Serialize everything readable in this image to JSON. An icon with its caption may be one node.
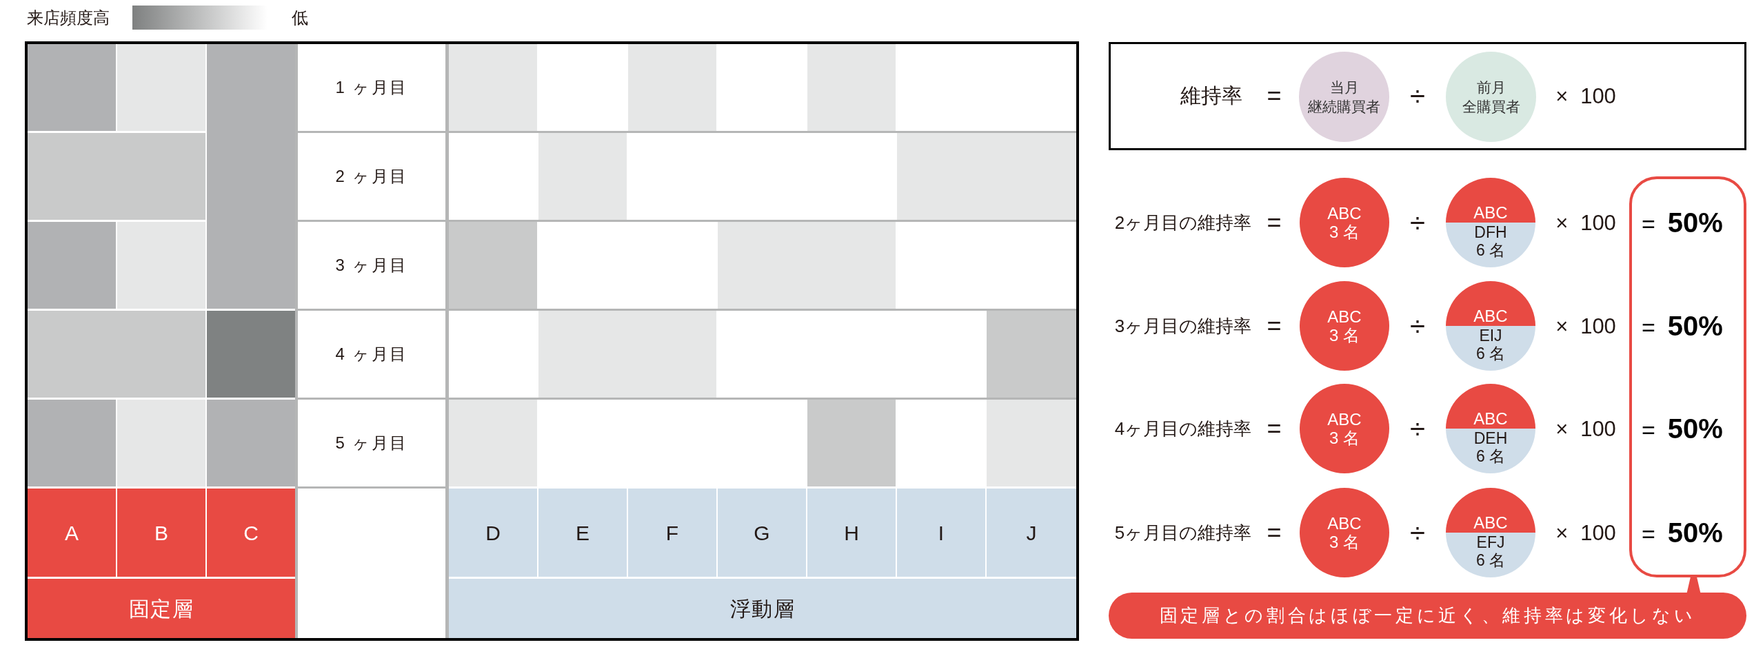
{
  "diagram": {
    "nodes": [
      {
        "text": [],
        "shape": "box"
      },
      {
        "text": [],
        "shape": "box"
      },
      {
        "text": [],
        "shape": "box",
        "in": 1
      },
      {
        "text": [],
        "shape": "box",
        "in": 1
      },
      {
        "text": [],
        "shape": "box",
        "in": 1
      },
      {
        "text": [
          "1 ヶ月目"
        ],
        "in": 1
      },
      {
        "text": [],
        "shape": "box",
        "in": 1
      },
      {
        "text": [],
        "shape": "box",
        "in": 1
      },
      {
        "text": [],
        "shape": "box",
        "in": 1
      },
      {
        "text": [],
        "shape": "box",
        "in": 1
      },
      {
        "text": [
          "2 ヶ月目"
        ],
        "in": 1
      },
      {
        "text": [],
        "shape": "box",
        "in": 1
      },
      {
        "text": [],
        "shape": "box",
        "in": 1
      },
      {
        "text": [],
        "shape": "box",
        "in": 1
      },
      {
        "text": [],
        "shape": "box",
        "in": 1
      },
      {
        "text": [
          "3 ヶ月目"
        ],
        "in": 1
      },
      {
        "text": [],
        "shape": "box",
        "in": 1
      },
      {
        "text": [],
        "shape": "box",
        "in": 1
      },
      {
        "text": [],
        "shape": "box",
        "in": 1
      },
      {
        "text": [],
        "shape": "box",
        "in": 1
      },
      {
        "text": [
          "4 ヶ月目"
        ],
        "in": 1
      },
      {
        "text": [],
        "shape": "box",
        "in": 1
      },
      {
        "text": [],
        "shape": "box",
        "in": 1
      },
      {
        "text": [],
        "shape": "box",
        "in": 1
      },
      {
        "text": [],
        "shape": "box",
        "in": 1
      },
      {
        "text": [],
        "shape": "box",
        "in": 1
      },
      {
        "text": [
          "5 ヶ月目"
        ],
        "in": 1
      },
      {
        "text": [],
        "shape": "box",
        "in": 1
      },
      {
        "text": [],
        "shape": "box",
        "in": 1
      },
      {
        "text": [],
        "shape": "box",
        "in": 1
      },
      {
        "text": [
          "A"
        ],
        "in": 1
      },
      {
        "text": [
          "B"
        ],
        "in": 1
      },
      {
        "text": [
          "C"
        ],
        "in": 1
      },
      {
        "text": [
          "D"
        ],
        "in": 1
      },
      {
        "text": [
          "E"
        ],
        "in": 1
      },
      {
        "text": [
          "F"
        ],
        "in": 1
      },
      {
        "text": [
          "G"
        ],
        "in": 1
      },
      {
        "text": [
          "H"
        ],
        "in": 1
      },
      {
        "text": [
          "I"
        ],
        "in": 1
      },
      {
        "text": [
          "J"
        ],
        "in": 1
      },
      {
        "text": [
          "固定層"
        ],
        "in": 1
      },
      {
        "text": [
          "浮動層"
        ],
        "in": 1
      },
      {
        "text": [
          "維持率",
          "=",
          "÷",
          "× 100"
        ]
      },
      {
        "text": [
          "当月",
          "継続購買者"
        ],
        "in": 42
      },
      {
        "text": [
          "前月",
          "全購買者"
        ],
        "in": 42
      },
      {
        "text": [
          "ABC",
          "3 名"
        ]
      },
      {
        "text": [
          "ABC",
          "DFH",
          "6 名"
        ]
      },
      {
        "text": [
          "ABC",
          "3 名"
        ]
      },
      {
        "text": [
          "ABC",
          "EIJ",
          "6 名"
        ]
      },
      {
        "text": [
          "ABC",
          "3 名"
        ]
      },
      {
        "text": [
          "ABC",
          "DEH",
          "6 名"
        ]
      },
      {
        "text": [
          "ABC",
          "3 名"
        ]
      },
      {
        "text": [
          "ABC",
          "EFJ",
          "6 名"
        ]
      },
      {
        "text": [
          "= **50%**",
          "= **50%**",
          "= **50%**",
          "= **50%**"
        ]
      },
      {
        "text": [
          "固定層との割合はほぼ一定に近く、維持率は変化しない"
        ]
      }
    ],
    "edges": [
      {
        "from": 54,
        "to": 53,
        "arrow": "none"
      }
    ],
    "labels": [
      "来店頻度高",
      "低",
      "2ヶ月目の維持率",
      "=",
      "÷",
      "× 100",
      "3ヶ月目の維持率",
      "=",
      "÷",
      "× 100",
      "4ヶ月目の維持率",
      "=",
      "÷",
      "× 100",
      "5ヶ月目の維持率",
      "=",
      "÷",
      "× 100"
    ]
  }
}
